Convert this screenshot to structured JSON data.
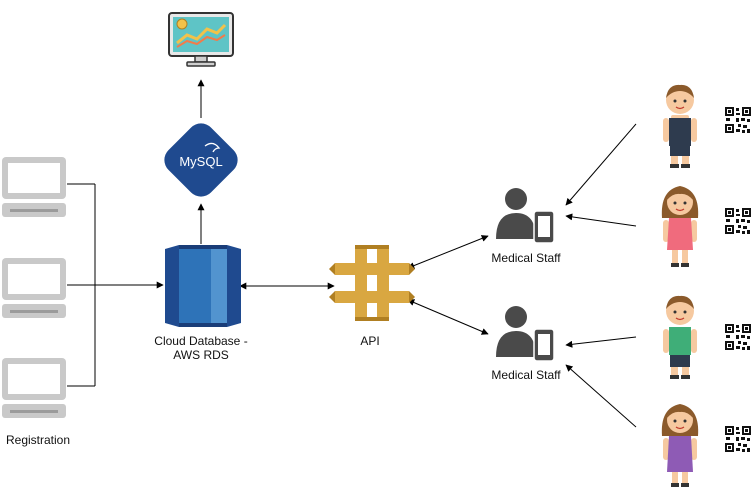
{
  "labels": {
    "registration": "Registration",
    "cloud_db_line1": "Cloud Database -",
    "cloud_db_line2": "AWS RDS",
    "api": "API",
    "staff_top": "Medical Staff",
    "staff_bottom": "Medical Staff"
  },
  "logos": {
    "mysql_text": "MySQL"
  },
  "colors": {
    "mysql_blue": "#1f4a8f",
    "rds_dark": "#1f4a8f",
    "rds_mid": "#2e73b8",
    "rds_light": "#5294cf",
    "api_gold": "#d9a741",
    "api_dark": "#b07f22",
    "staff_grey": "#4a4a4a",
    "laptop_grey": "#c9c9c9",
    "laptop_dark": "#9b9b9b"
  },
  "icons": [
    "monitor-dashboard-icon",
    "mysql-logo",
    "aws-rds-icon",
    "aws-api-gateway-icon",
    "laptop-icon",
    "medical-staff-icon",
    "patient-icon",
    "qr-code-icon"
  ]
}
